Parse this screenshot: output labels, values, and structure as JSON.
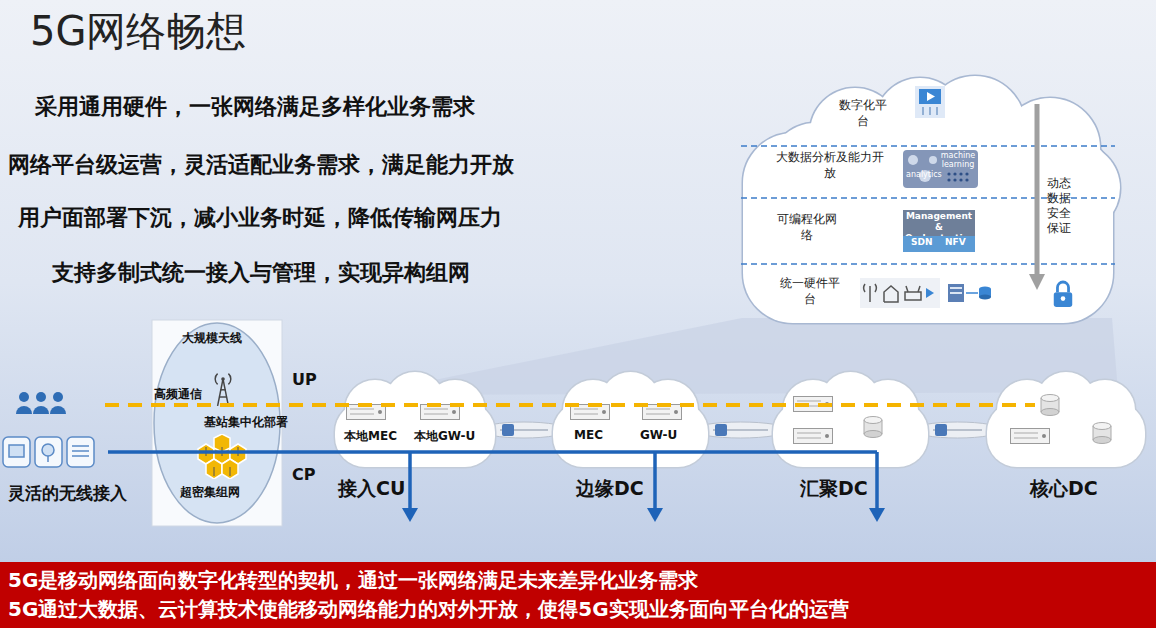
{
  "diagram": {
    "title": "5G网络畅想",
    "caption": "5G是移动网络面向数字化转型的契机，通过一张网络满足未来差异化业务需求",
    "nodes": [
      {
        "text": [
          "动态数据安全保证"
        ]
      },
      {
        "text": [
          "数字化平台"
        ],
        "in": 0
      },
      {
        "text": [
          "大数据分析及能力开放"
        ],
        "in": 0
      },
      {
        "text": [
          "可编程化网络"
        ],
        "in": 0
      },
      {
        "text": [
          "Management & Orchestration"
        ],
        "in": 0
      },
      {
        "text": [
          "SDN",
          "NFV"
        ],
        "in": 0
      },
      {
        "text": [
          "统一硬件平台"
        ],
        "in": 0
      },
      {
        "text": [
          "大规模天线",
          "高频通信",
          "基站集中化部署",
          "超密集组网"
        ]
      },
      {
        "text": [
          "本地MEC",
          "本地GW-U",
          "接入CU"
        ]
      },
      {
        "text": [
          "MEC",
          "GW-U",
          "边缘DC"
        ]
      },
      {
        "text": [
          "汇聚DC"
        ]
      },
      {
        "text": [
          "核心DC"
        ]
      }
    ],
    "edges": [
      {
        "from": 8,
        "to": 9,
        "arrow": "none"
      },
      {
        "from": 9,
        "to": 10,
        "arrow": "none"
      },
      {
        "from": 10,
        "to": 11,
        "arrow": "none"
      }
    ],
    "labels": [
      "采用通用硬件，一张网络满足多样化业务需求",
      "网络平台级运营，灵活适配业务需求，满足能力开放",
      "用户面部署下沉，减小业务时延，降低传输网压力",
      "支持多制式统一接入与管理，实现异构组网",
      "UP",
      "CP",
      "灵活的无线接入",
      "analytics",
      "machine learning",
      "5G通过大数据、云计算技术使能移动网络能力的对外开放，使得5G实现业务面向平台化的运营"
    ]
  }
}
